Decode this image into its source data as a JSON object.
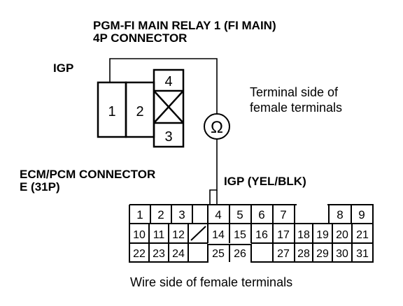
{
  "relay": {
    "title_line1": "PGM-FI MAIN RELAY 1 (FI MAIN)",
    "title_line2": "4P CONNECTOR",
    "igp_label": "IGP",
    "pins": [
      "1",
      "2",
      "4",
      "3"
    ],
    "side_note_line1": "Terminal side of",
    "side_note_line2": "female terminals"
  },
  "meter": {
    "symbol": "Ω"
  },
  "ecm": {
    "title_line1": "ECM/PCM CONNECTOR",
    "title_line2": "E (31P)",
    "wire_label": "IGP (YEL/BLK)",
    "row1": [
      "1",
      "2",
      "3",
      "4",
      "5",
      "6",
      "7",
      "8",
      "9"
    ],
    "row2": [
      "10",
      "11",
      "12",
      "14",
      "15",
      "16",
      "17",
      "18",
      "19",
      "20",
      "21"
    ],
    "row3": [
      "22",
      "23",
      "24",
      "25",
      "26",
      "27",
      "28",
      "29",
      "30",
      "31"
    ],
    "footer": "Wire side of female terminals"
  }
}
